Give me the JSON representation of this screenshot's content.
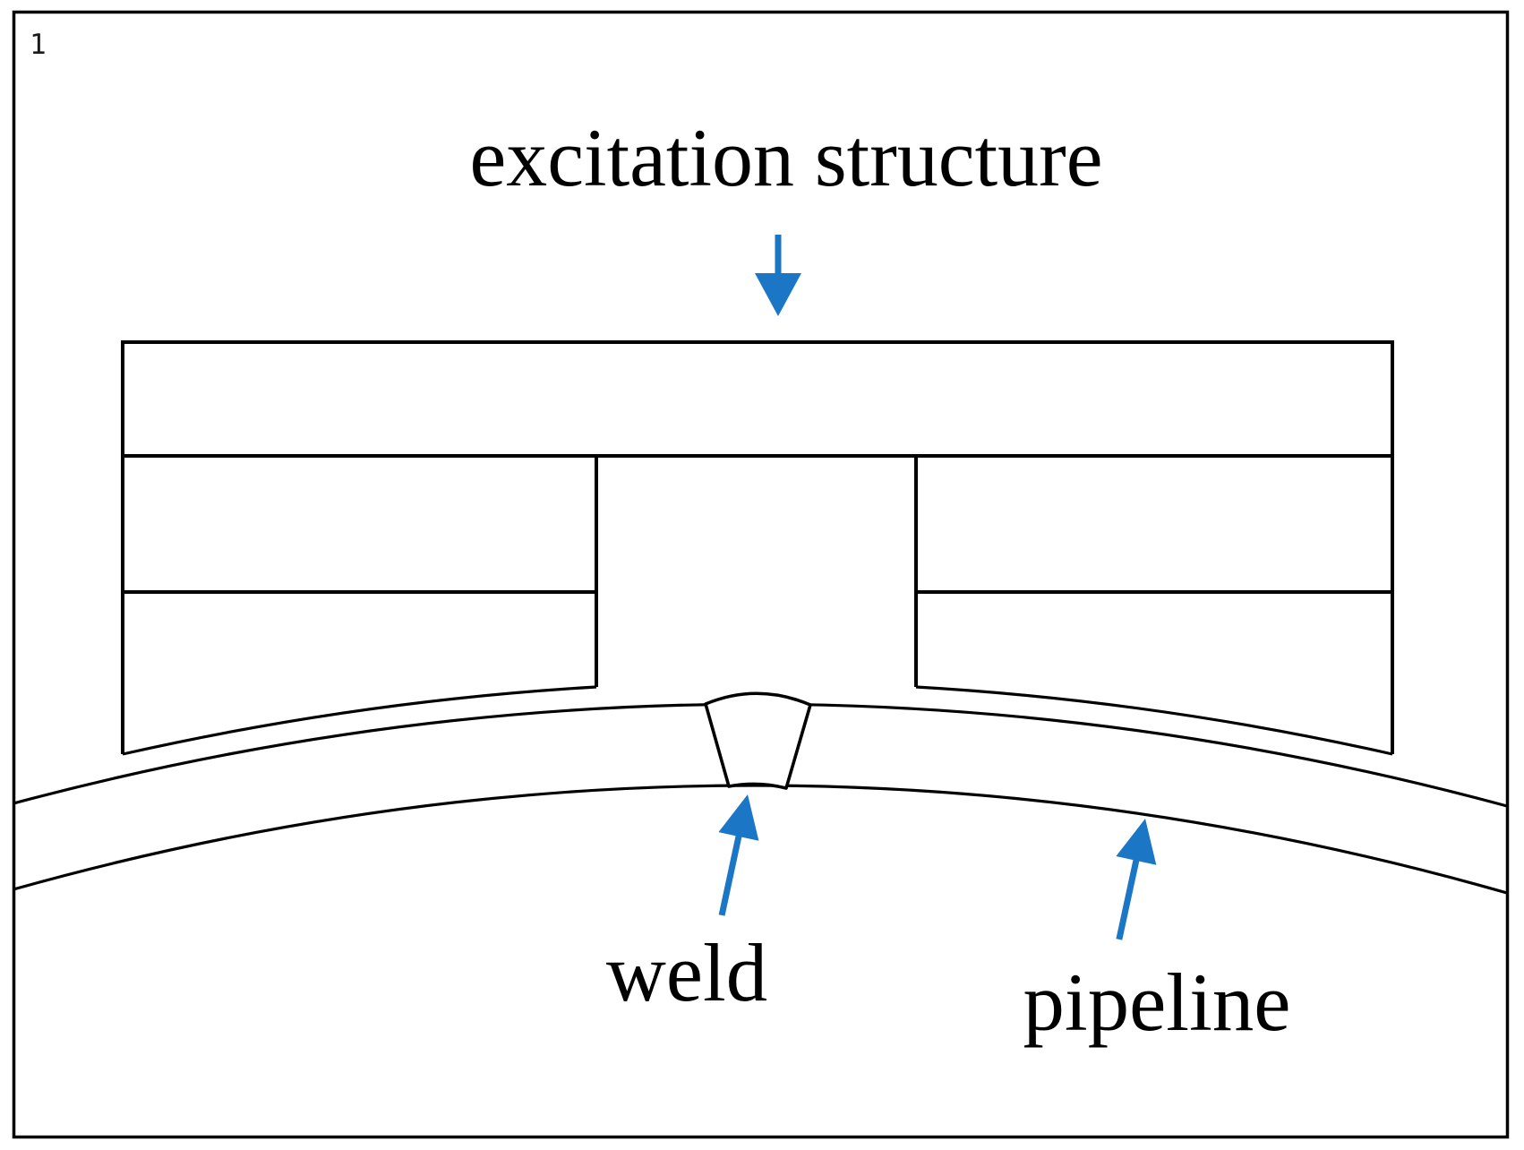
{
  "figure": {
    "number": "1"
  },
  "labels": {
    "title": "excitation structure",
    "weld": "weld",
    "pipeline": "pipeline"
  },
  "colors": {
    "line": "#000000",
    "background": "#ffffff",
    "arrow": "#1b76c5"
  }
}
